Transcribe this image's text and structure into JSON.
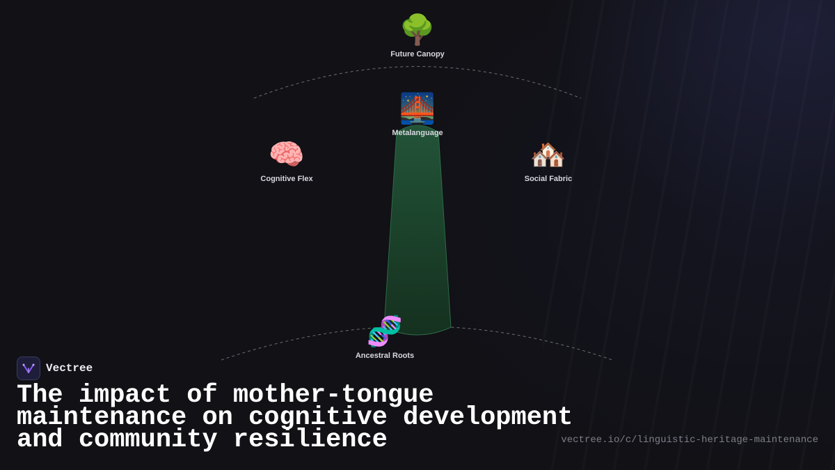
{
  "nodes": {
    "canopy": {
      "emoji": "🌳",
      "label": "Future Canopy"
    },
    "metalanguage": {
      "emoji": "🌉",
      "label": "Metalanguage"
    },
    "cognitive": {
      "emoji": "🧠",
      "label": "Cognitive Flex"
    },
    "social": {
      "emoji": "🏘️",
      "label": "Social Fabric"
    },
    "roots": {
      "emoji": "🧬",
      "label": "Ancestral Roots"
    }
  },
  "brand": {
    "name": "Vectree"
  },
  "title": "The impact of mother-tongue maintenance on cognitive development and community resilience",
  "url": "vectree.io/c/linguistic-heritage-maintenance",
  "colors": {
    "background": "#111116",
    "trunk_top": "#23573a",
    "trunk_bottom": "#15321f",
    "arc": "#6e6e78",
    "brand_accent": "#8a5cff"
  }
}
